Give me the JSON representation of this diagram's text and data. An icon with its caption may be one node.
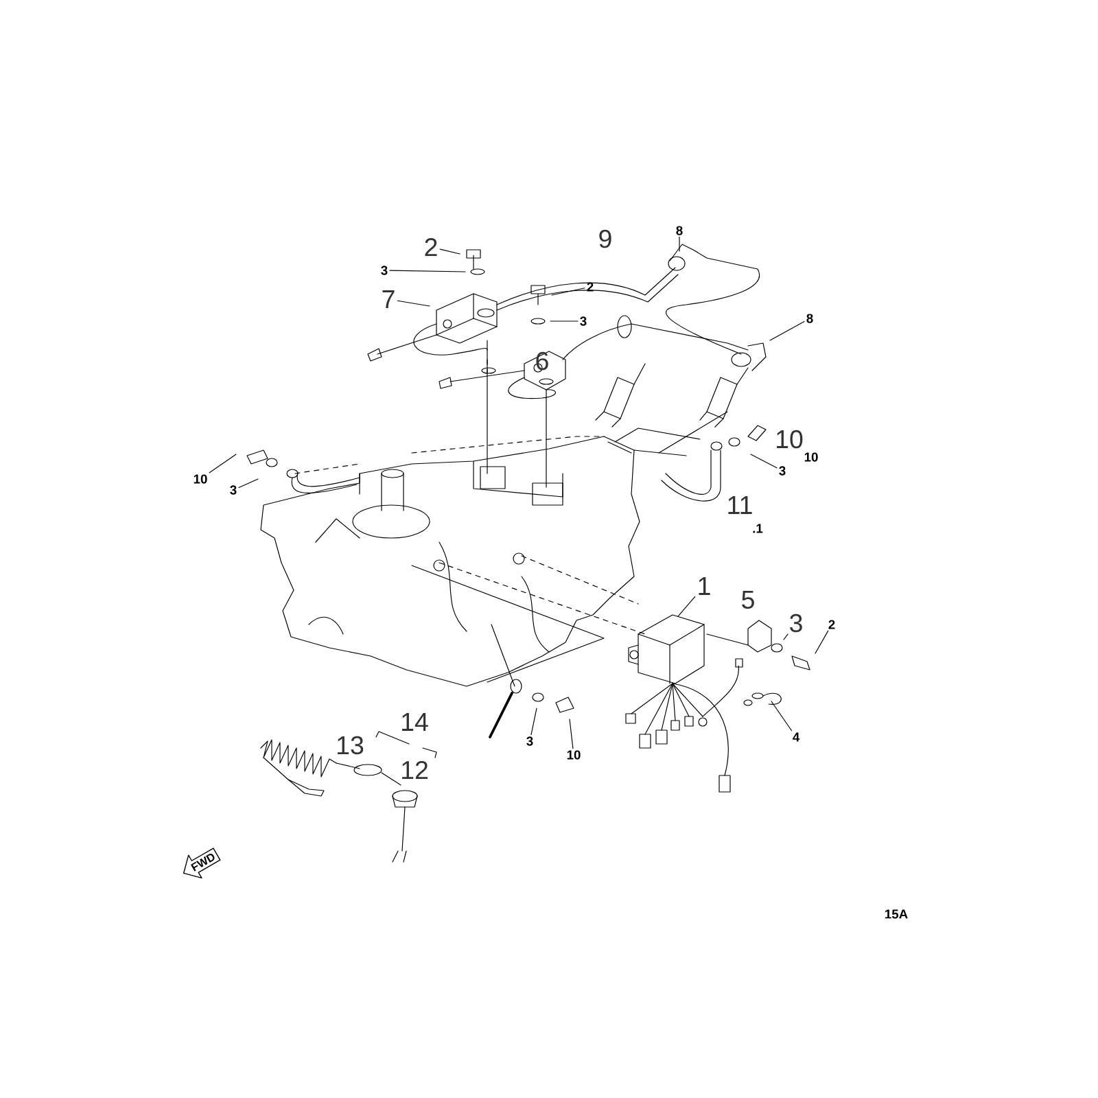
{
  "diagram": {
    "nodes": [
      {
        "text": [
          "2"
        ]
      },
      {
        "text": [
          "3"
        ]
      },
      {
        "text": [
          "8"
        ]
      },
      {
        "text": [
          "7"
        ]
      },
      {
        "text": [
          "2"
        ]
      },
      {
        "text": [
          "3"
        ]
      },
      {
        "text": [
          "8"
        ]
      },
      {
        "text": [
          "10"
        ]
      },
      {
        "text": [
          "3"
        ]
      },
      {
        "text": [
          "3"
        ]
      },
      {
        "text": [
          "1"
        ]
      },
      {
        "text": [
          "3"
        ]
      },
      {
        "text": [
          "2"
        ]
      },
      {
        "text": [
          "4"
        ]
      },
      {
        "text": [
          "3"
        ]
      },
      {
        "text": [
          "10"
        ]
      },
      {
        "text": [
          "FWD"
        ]
      }
    ],
    "edges": [
      {
        "from": 0,
        "to": null,
        "arrow": "none"
      },
      {
        "from": 1,
        "to": null,
        "arrow": "none"
      },
      {
        "from": 2,
        "to": null,
        "arrow": "none"
      },
      {
        "from": 3,
        "to": null,
        "arrow": "none"
      },
      {
        "from": 4,
        "to": null,
        "arrow": "none"
      },
      {
        "from": 5,
        "to": null,
        "arrow": "none"
      },
      {
        "from": 6,
        "to": null,
        "arrow": "none"
      },
      {
        "from": 7,
        "to": null,
        "arrow": "none"
      },
      {
        "from": 8,
        "to": null,
        "arrow": "none"
      },
      {
        "from": 9,
        "to": null,
        "arrow": "none"
      },
      {
        "from": 10,
        "to": null,
        "arrow": "none"
      },
      {
        "from": 11,
        "to": null,
        "arrow": "none"
      },
      {
        "from": 12,
        "to": null,
        "arrow": "none"
      },
      {
        "from": 13,
        "to": null,
        "arrow": "none"
      },
      {
        "from": 14,
        "to": null,
        "arrow": "none"
      },
      {
        "from": 15,
        "to": null,
        "arrow": "none"
      }
    ],
    "labels": [
      "9",
      "6",
      "5",
      "10",
      "10",
      "11",
      ".1",
      "14",
      "13",
      "12",
      "15A"
    ]
  }
}
